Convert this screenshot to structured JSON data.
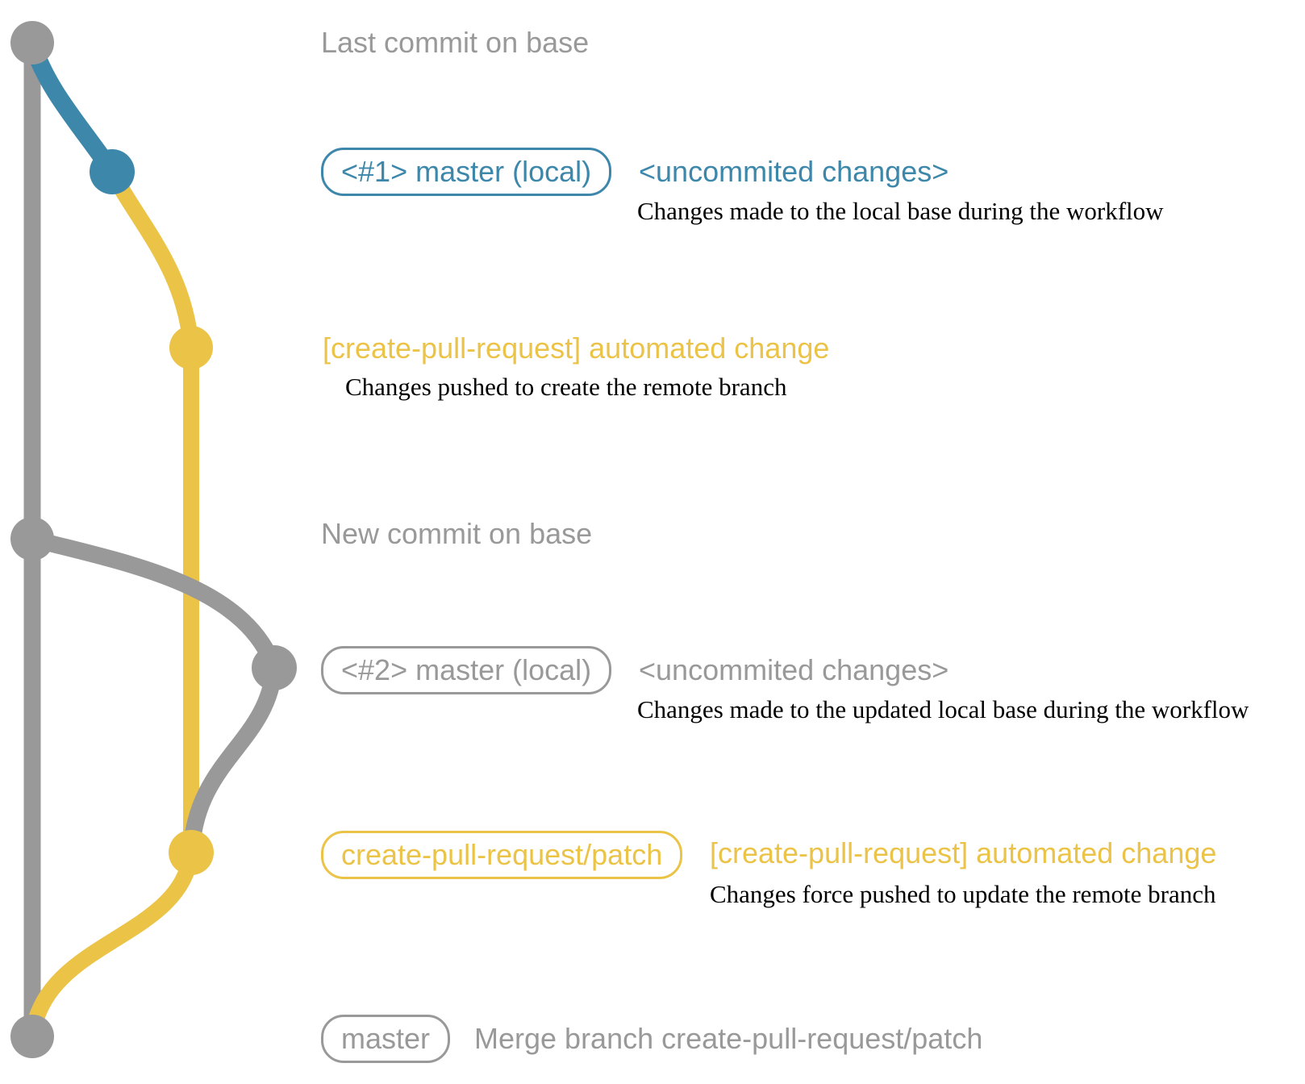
{
  "colors": {
    "gray": "#999999",
    "blue": "#3d87ab",
    "yellow": "#ebc347",
    "black": "#000000",
    "background": "#ffffff"
  },
  "annotations": {
    "last_commit": {
      "text": "Last commit on base"
    },
    "commit1": {
      "badge": "<#1> master (local)",
      "heading": "<uncommited changes>",
      "description": "Changes made to the local base during the workflow"
    },
    "push1": {
      "heading": "[create-pull-request] automated change",
      "description": "Changes pushed to create the remote branch"
    },
    "new_commit": {
      "text": "New commit on base"
    },
    "commit2": {
      "badge": "<#2> master (local)",
      "heading": "<uncommited changes>",
      "description": "Changes made to the updated local base during the workflow"
    },
    "push2": {
      "badge": "create-pull-request/patch",
      "heading": "[create-pull-request] automated change",
      "description": "Changes force pushed to update the remote branch"
    },
    "merge": {
      "badge": "master",
      "text": "Merge branch create-pull-request/patch"
    }
  }
}
